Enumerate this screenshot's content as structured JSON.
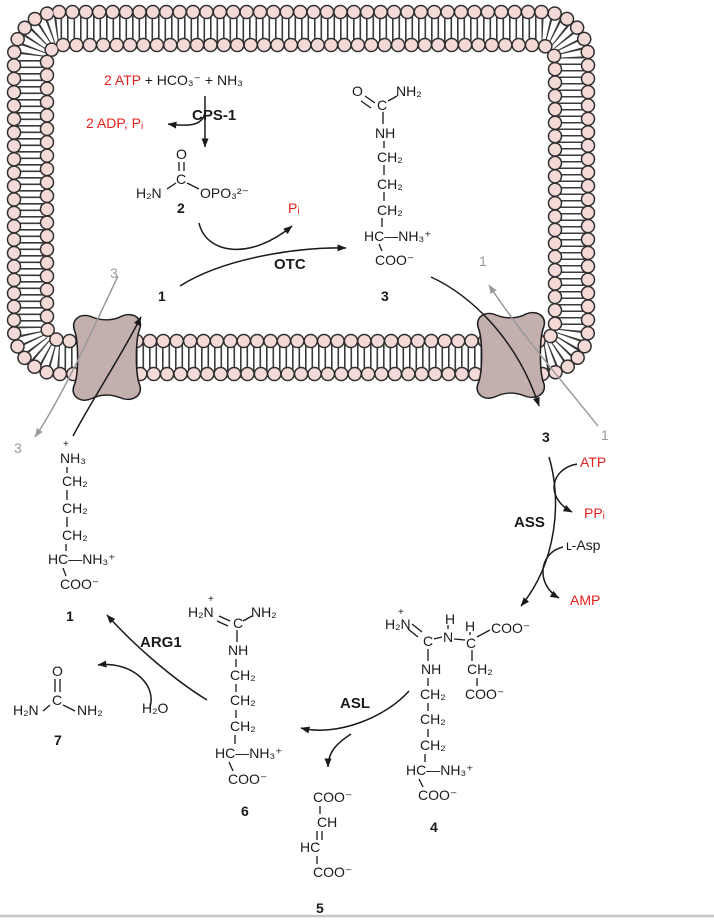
{
  "colors": {
    "red": "#e3211c",
    "gray_label": "#9a9a9a",
    "black": "#1a1a1a",
    "lipid_head": "#f3dad7",
    "lipid_outline": "#2f2f2f",
    "transporter": "#c3b0ae",
    "divider": "#c6c6c6"
  },
  "matrix": {
    "reaction": {
      "red": "2 ATP",
      "black": " + HCO₃⁻ + NH₃",
      "byproducts": "2 ADP, Pᵢ"
    },
    "pi": "Pᵢ"
  },
  "enzymes": {
    "cps1": "CPS-1",
    "otc": "OTC",
    "ass": "ASS",
    "asl": "ASL",
    "arg1": "ARG1"
  },
  "cofactors": {
    "atp": "ATP",
    "ppi": "PPᵢ",
    "lasp": "ʟ-Asp",
    "amp": "AMP",
    "h2o": "H₂O"
  },
  "transport": {
    "left_top_gray": "3",
    "left_top_black": "1",
    "left_bottom_gray": "3",
    "right_top_gray": "1",
    "right_bottom_black": "3",
    "right_bottom_gray": "1"
  },
  "compounds": {
    "carbamoyl_phosphate": {
      "num": "2",
      "o": "O",
      "c": "C",
      "h2n": "H₂N",
      "opo3": "OPO₃²⁻"
    },
    "citrulline": {
      "num": "3",
      "o": "O",
      "c": "C",
      "nh2": "NH₂",
      "chain": [
        "NH",
        "CH₂",
        "CH₂",
        "CH₂",
        "HC—NH₃⁺",
        "COO⁻"
      ]
    },
    "ornithine": {
      "num": "1",
      "plus": "+",
      "top": "NH₃",
      "chain": [
        "CH₂",
        "CH₂",
        "CH₂",
        "HC—NH₃⁺",
        "COO⁻"
      ]
    },
    "argininosuccinate": {
      "num": "4",
      "plus": "+",
      "h2n": "H₂N",
      "c1": "C",
      "h_on_n": "H",
      "n": "N",
      "h_on_c": "H",
      "c2": "C",
      "coo_top": "COO⁻",
      "right_chain": [
        "CH₂",
        "COO⁻"
      ],
      "left_chain": [
        "NH",
        "CH₂",
        "CH₂",
        "CH₂",
        "HC—NH₃⁺",
        "COO⁻"
      ]
    },
    "fumarate": {
      "num": "5",
      "lines": [
        "COO⁻",
        "CH",
        "HC",
        "COO⁻"
      ]
    },
    "arginine": {
      "num": "6",
      "plus": "+",
      "h2n": "H₂N",
      "c": "C",
      "nh2": "NH₂",
      "chain": [
        "NH",
        "CH₂",
        "CH₂",
        "CH₂",
        "HC—NH₃⁺",
        "COO⁻"
      ]
    },
    "urea": {
      "num": "7",
      "o": "O",
      "c": "C",
      "h2n": "H₂N",
      "nh2": "NH₂"
    }
  }
}
